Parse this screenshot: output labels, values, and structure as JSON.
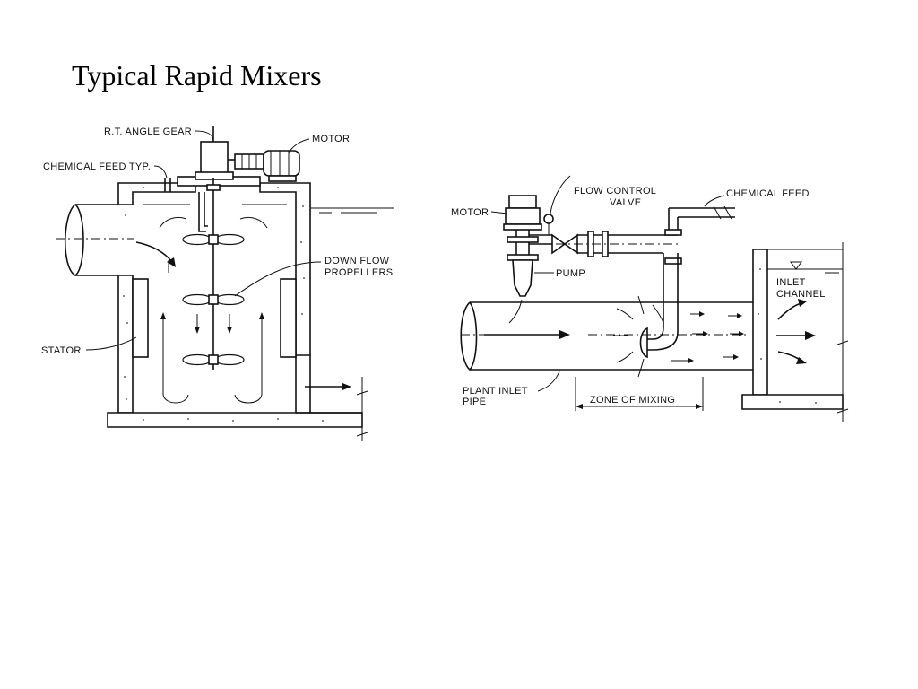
{
  "slide": {
    "title": "Typical Rapid Mixers"
  },
  "left_diagram": {
    "labels": {
      "gear": "R.T. ANGLE GEAR",
      "motor": "MOTOR",
      "chemical_feed": "CHEMICAL FEED TYP.",
      "propellers_1": "DOWN FLOW",
      "propellers_2": "PROPELLERS",
      "stator": "STATOR"
    }
  },
  "right_diagram": {
    "labels": {
      "motor": "MOTOR",
      "valve_1": "FLOW CONTROL",
      "valve_2": "VALVE",
      "chemical_feed": "CHEMICAL FEED",
      "pump": "PUMP",
      "channel_1": "INLET",
      "channel_2": "CHANNEL",
      "pipe_1": "PLANT INLET",
      "pipe_2": "PIPE",
      "zone": "ZONE OF MIXING"
    }
  }
}
